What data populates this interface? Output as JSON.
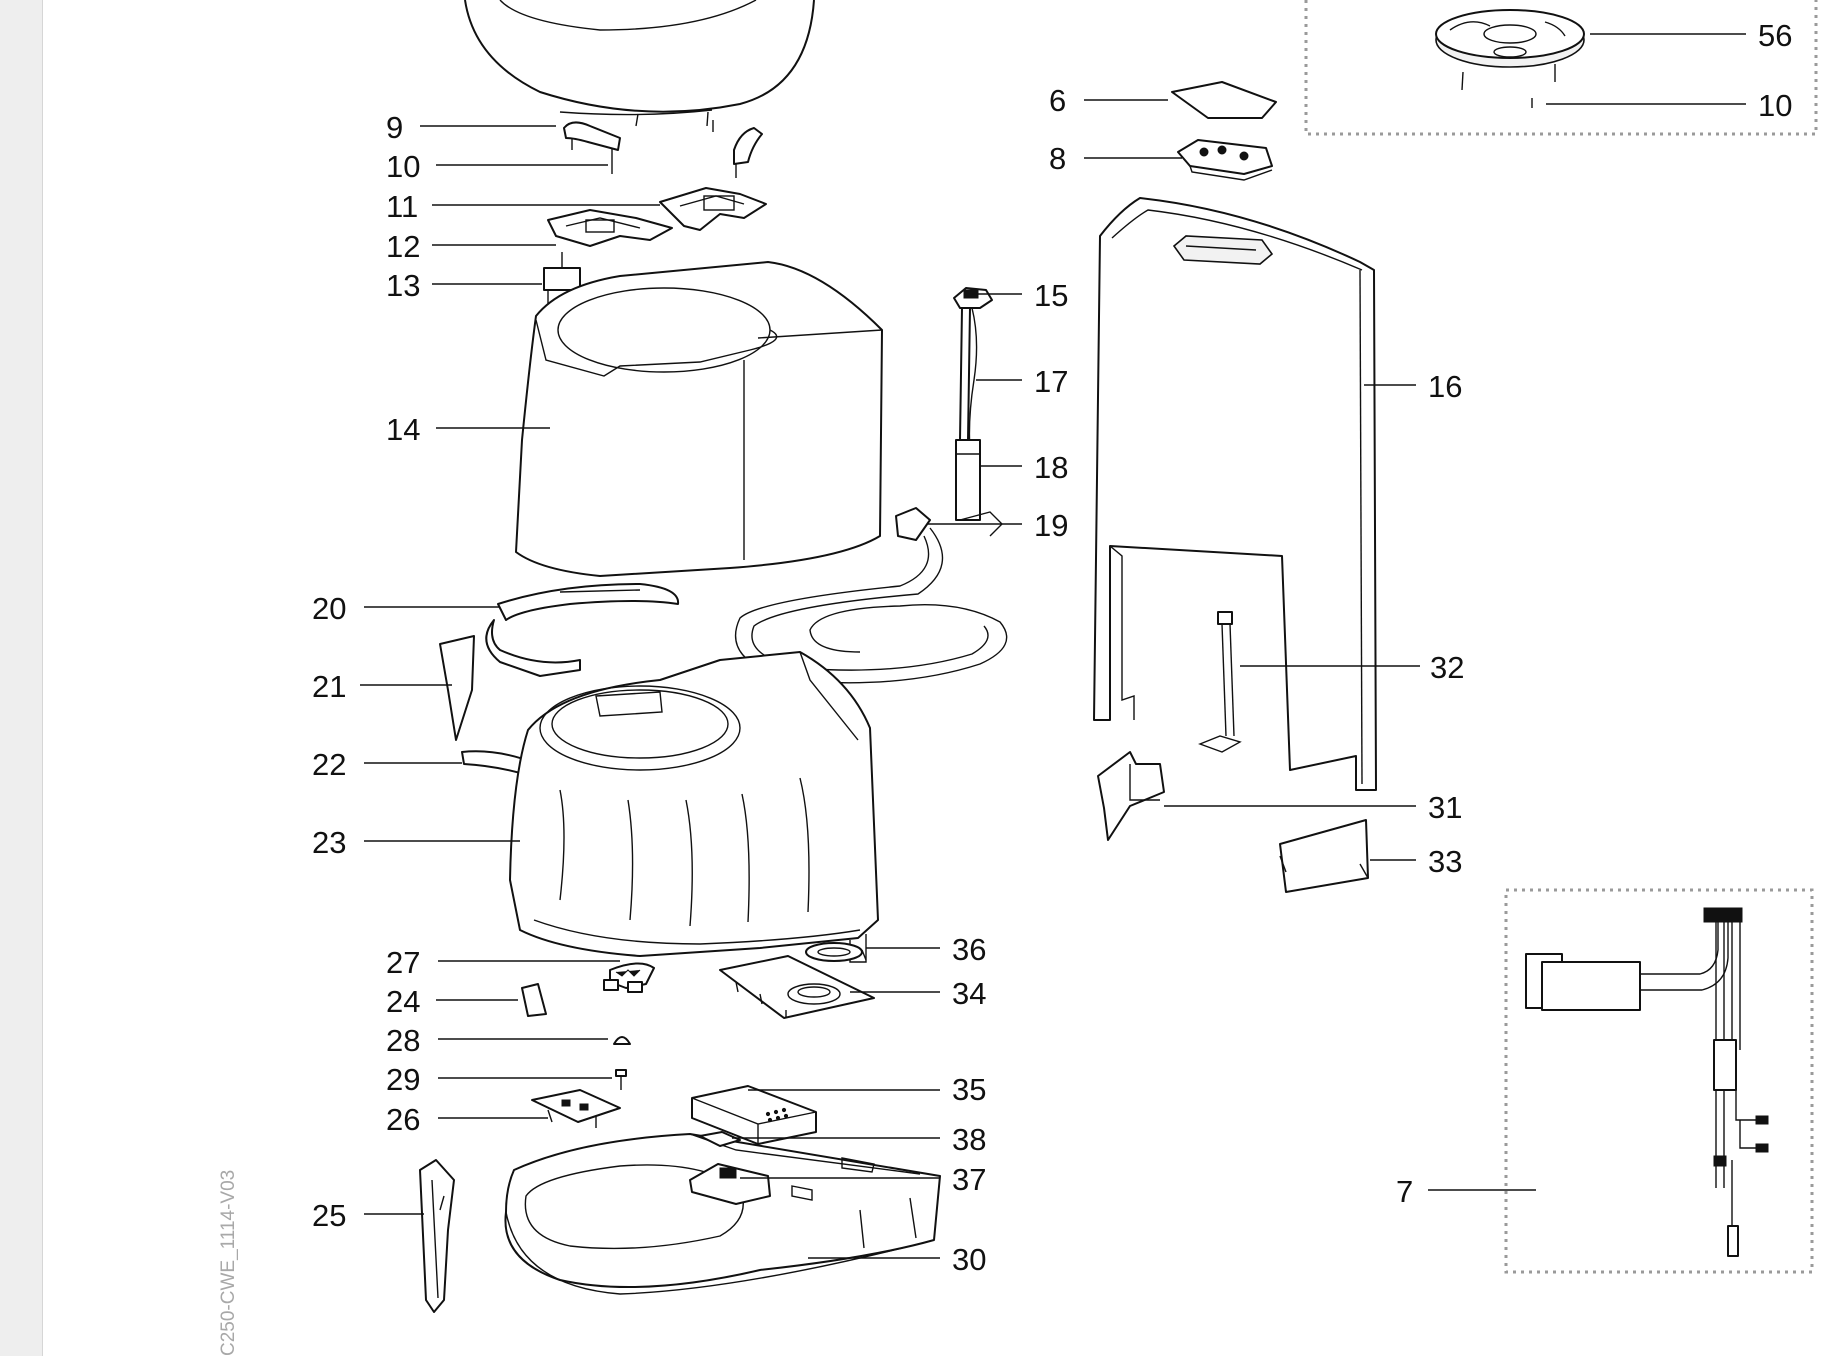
{
  "document_code": "C250-CWE_1114-V03",
  "part_labels": {
    "p56": "56",
    "p10a": "10",
    "p6": "6",
    "p8": "8",
    "p9": "9",
    "p10": "10",
    "p11": "11",
    "p12": "12",
    "p13": "13",
    "p14": "14",
    "p15": "15",
    "p16": "16",
    "p17": "17",
    "p18": "18",
    "p19": "19",
    "p20": "20",
    "p21": "21",
    "p22": "22",
    "p23": "23",
    "p24": "24",
    "p25": "25",
    "p26": "26",
    "p27": "27",
    "p28": "28",
    "p29": "29",
    "p30": "30",
    "p31": "31",
    "p32": "32",
    "p33": "33",
    "p34": "34",
    "p35": "35",
    "p36": "36",
    "p37": "37",
    "p38": "38",
    "p7": "7"
  }
}
